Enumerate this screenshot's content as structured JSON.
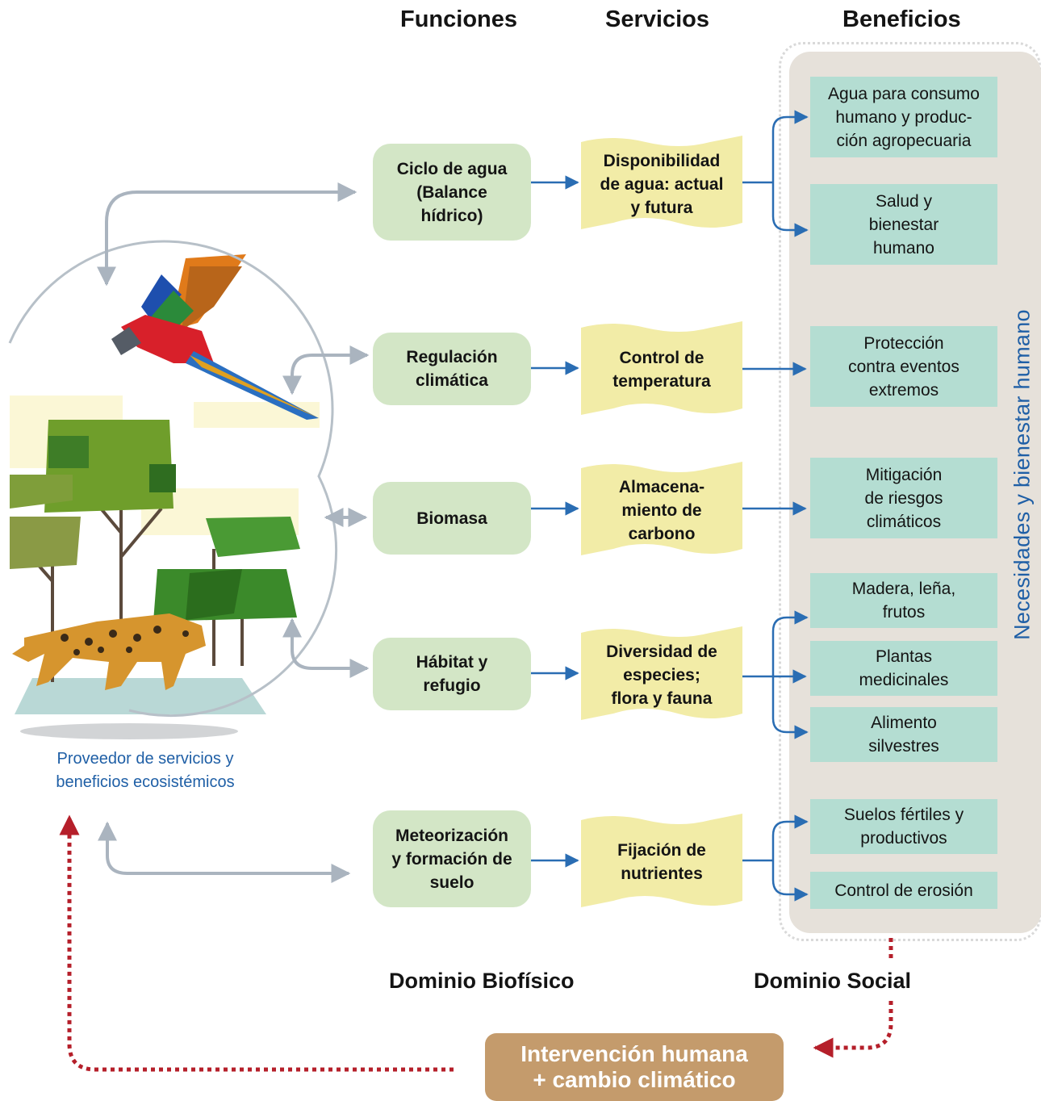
{
  "headers": {
    "funciones": "Funciones",
    "servicios": "Servicios",
    "beneficios": "Beneficios"
  },
  "funciones": [
    [
      "Ciclo de agua",
      "(Balance",
      "hídrico)"
    ],
    [
      "Regulación",
      "climática"
    ],
    [
      "Biomasa"
    ],
    [
      "Hábitat y",
      "refugio"
    ],
    [
      "Meteorización",
      "y formación de",
      "suelo"
    ]
  ],
  "servicios": [
    [
      "Disponibilidad",
      "de agua: actual",
      "y futura"
    ],
    [
      "Control de",
      "temperatura"
    ],
    [
      "Almacena-",
      "miento de",
      "carbono"
    ],
    [
      "Diversidad de",
      "especies;",
      "flora y fauna"
    ],
    [
      "Fijación de",
      "nutrientes"
    ]
  ],
  "beneficios": [
    [
      "Agua para consumo",
      "humano  y produc-",
      "ción agropecuaria"
    ],
    [
      "Salud y",
      "bienestar",
      "humano"
    ],
    [
      "Protección",
      "contra eventos",
      "extremos"
    ],
    [
      "Mitigación",
      "de riesgos",
      "climáticos"
    ],
    [
      "Madera, leña,",
      "frutos"
    ],
    [
      "Plantas",
      "medicinales"
    ],
    [
      "Alimento",
      "silvestres"
    ],
    [
      "Suelos fértiles y",
      "productivos"
    ],
    [
      "Control de erosión"
    ]
  ],
  "social_panel_label": "Necesidades y bienestar humano",
  "provider_caption": [
    "Proveedor de servicios y",
    "beneficios ecosistémicos"
  ],
  "domains": {
    "biofisico": "Dominio Biofísico",
    "social": "Dominio Social"
  },
  "intervention": [
    "Intervención humana",
    "+ cambio climático"
  ],
  "colors": {
    "funcion_fill": "#d3e6c6",
    "servicio_fill": "#f2eca7",
    "beneficio_fill": "#b4ddd2",
    "social_panel": "#e6e1da",
    "blue_arrow": "#2a6db3",
    "gray_arrow": "#aab4bf",
    "red_dotted": "#b51f2a",
    "intervention_fill": "#c49b6c",
    "caption_blue": "#1f5fa6"
  }
}
